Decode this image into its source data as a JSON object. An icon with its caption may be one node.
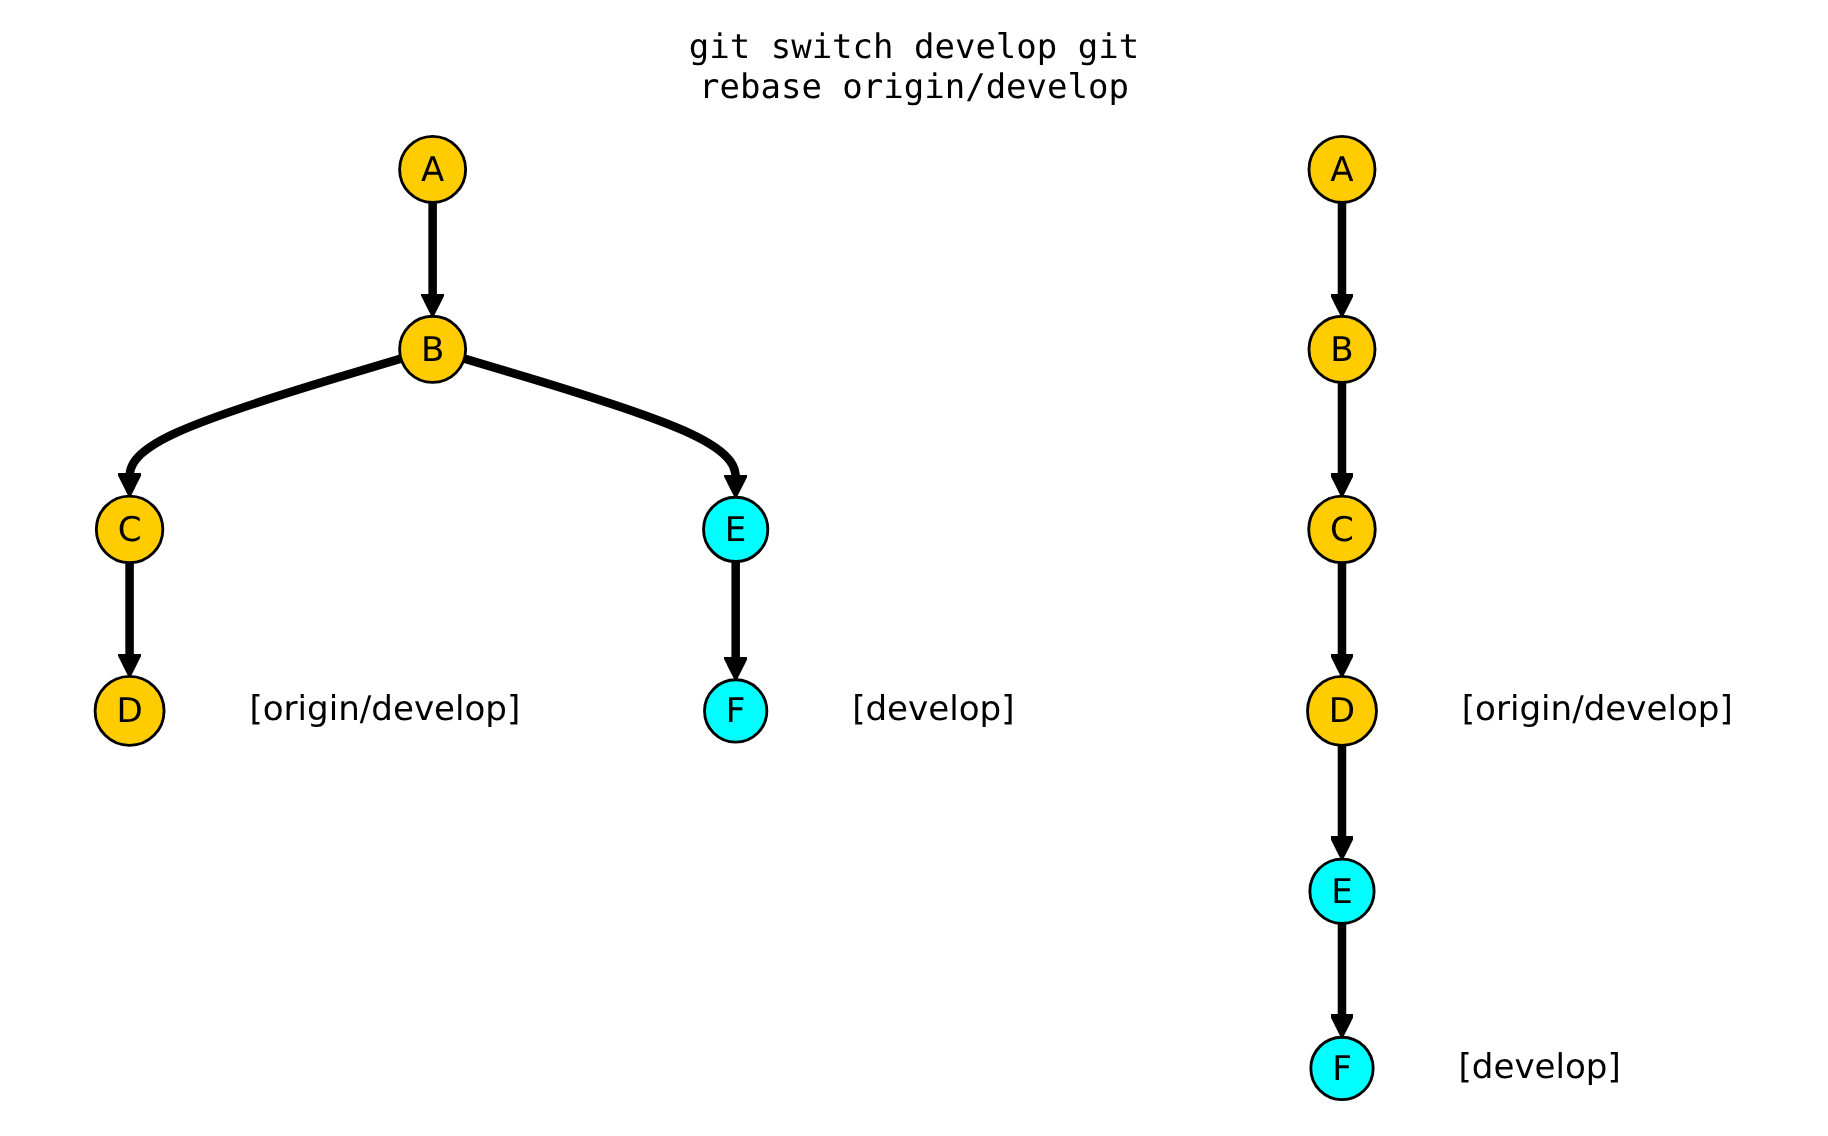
{
  "diagram": {
    "title": "git switch develop git rebase origin/develop",
    "nodes": [
      {
        "text": [
          "A"
        ]
      },
      {
        "text": [
          "B"
        ]
      },
      {
        "text": [
          "C"
        ]
      },
      {
        "text": [
          "D"
        ],
        "beside": [
          "[origin/develop]"
        ]
      },
      {
        "text": [
          "E"
        ]
      },
      {
        "text": [
          "F"
        ],
        "beside": [
          "[develop]"
        ]
      },
      {
        "text": [
          "A"
        ]
      },
      {
        "text": [
          "B"
        ]
      },
      {
        "text": [
          "C"
        ]
      },
      {
        "text": [
          "D"
        ],
        "beside": [
          "[origin/develop]"
        ]
      },
      {
        "text": [
          "E"
        ]
      },
      {
        "text": [
          "F"
        ],
        "beside": [
          "[develop]"
        ]
      }
    ],
    "edges": [
      {
        "from": 0,
        "to": 1,
        "arrow": "to"
      },
      {
        "from": 1,
        "to": 2,
        "arrow": "to"
      },
      {
        "from": 1,
        "to": 4,
        "arrow": "to"
      },
      {
        "from": 4,
        "to": 5,
        "arrow": "to"
      },
      {
        "from": 2,
        "to": 3,
        "arrow": "to"
      },
      {
        "from": 6,
        "to": 7,
        "arrow": "to"
      },
      {
        "from": 7,
        "to": 8,
        "arrow": "to"
      },
      {
        "from": 8,
        "to": 9,
        "arrow": "to"
      },
      {
        "from": 9,
        "to": 10,
        "arrow": "to"
      },
      {
        "from": 10,
        "to": 11,
        "arrow": "to"
      }
    ]
  }
}
